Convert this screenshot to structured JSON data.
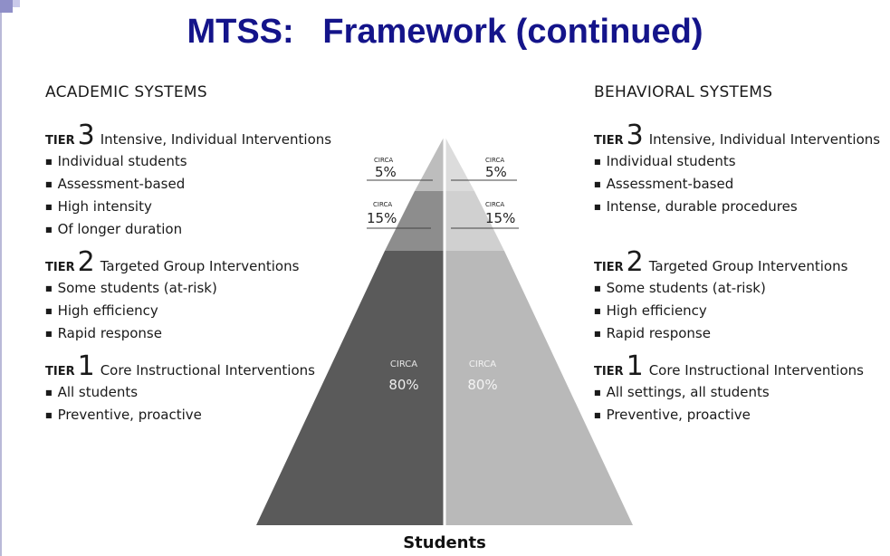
{
  "title": "MTSS:   Framework (continued)",
  "academic": {
    "heading": "ACADEMIC SYSTEMS",
    "tiers": [
      {
        "word": "TIER",
        "num": "3",
        "name": "Intensive, Individual Interventions",
        "items": [
          "Individual students",
          "Assessment-based",
          "High intensity",
          "Of longer duration"
        ]
      },
      {
        "word": "TIER",
        "num": "2",
        "name": "Targeted Group Interventions",
        "items": [
          "Some students (at-risk)",
          "High efficiency",
          "Rapid response"
        ]
      },
      {
        "word": "TIER",
        "num": "1",
        "name": "Core Instructional Interventions",
        "items": [
          "All students",
          "Preventive, proactive"
        ]
      }
    ]
  },
  "behavioral": {
    "heading": "BEHAVIORAL SYSTEMS",
    "tiers": [
      {
        "word": "TIER",
        "num": "3",
        "name": "Intensive, Individual Interventions",
        "items": [
          "Individual students",
          "Assessment-based",
          "Intense, durable procedures"
        ]
      },
      {
        "word": "TIER",
        "num": "2",
        "name": "Targeted Group Interventions",
        "items": [
          "Some students (at-risk)",
          "High efficiency",
          "Rapid response"
        ]
      },
      {
        "word": "TIER",
        "num": "1",
        "name": "Core Instructional Interventions",
        "items": [
          "All settings, all students",
          "Preventive, proactive"
        ]
      }
    ]
  },
  "pyramid": {
    "circa": "CIRCA",
    "tier3_pct": "5%",
    "tier2_pct": "15%",
    "tier1_pct": "80%",
    "base_label": "Students",
    "colors": {
      "left_tier3": "#bdbdbd",
      "left_tier2": "#8d8d8d",
      "left_tier1": "#5a5a5a",
      "right_tier3": "#dcdcdc",
      "right_tier2": "#d0d0d0",
      "right_tier1": "#b9b9b9"
    }
  }
}
